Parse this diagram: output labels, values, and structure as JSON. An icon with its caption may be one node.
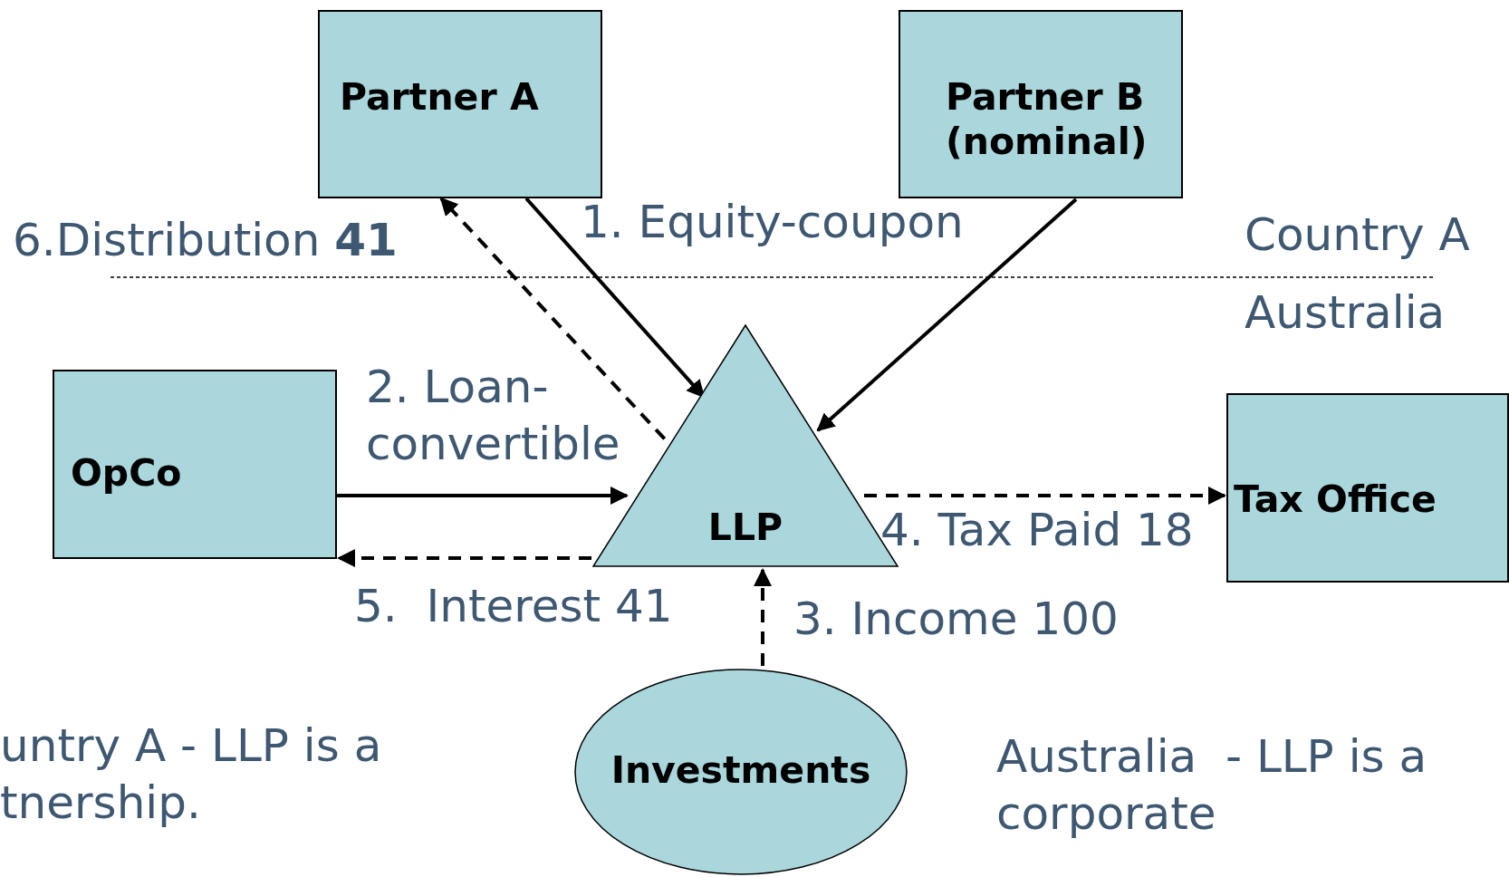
{
  "diagram": {
    "nodes": [
      {
        "text": [
          "Partner A"
        ]
      },
      {
        "text": [
          "Partner B (nominal)"
        ]
      },
      {
        "text": [
          "OpCo"
        ]
      },
      {
        "text": [
          "LLP"
        ]
      },
      {
        "text": [
          "Tax Office"
        ]
      },
      {
        "text": [
          "Investments"
        ]
      }
    ],
    "edges": [
      {
        "from": 0,
        "to": 3,
        "arrow": "to",
        "label": "1. Equity-coupon"
      },
      {
        "from": 1,
        "to": 3,
        "arrow": "to"
      },
      {
        "from": 3,
        "to": 0,
        "arrow": "to",
        "style": "dashed",
        "label": "6.Distribution **41**"
      },
      {
        "from": 2,
        "to": 3,
        "arrow": "to",
        "label": "2. Loan- convertible"
      },
      {
        "from": 3,
        "to": 2,
        "arrow": "to",
        "style": "dashed",
        "label": "5.  Interest 41"
      },
      {
        "from": 5,
        "to": 3,
        "arrow": "to",
        "style": "dashed",
        "label": "3. Income 100"
      },
      {
        "from": 3,
        "to": 4,
        "arrow": "to",
        "style": "dashed",
        "label": "4. Tax Paid 18"
      }
    ],
    "labels": [
      "Country A",
      "Australia",
      "untry A - LLP is a tnership.",
      "Australia  - LLP is a corporate"
    ]
  }
}
